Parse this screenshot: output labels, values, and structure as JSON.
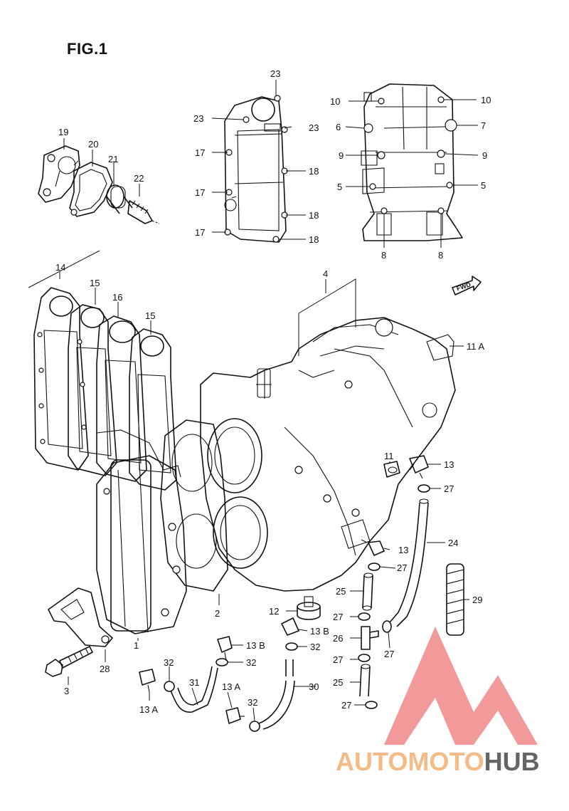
{
  "figure": {
    "title": "FIG.1"
  },
  "fwd_label": "FWD",
  "watermark": {
    "part1": "AUTOMOTO",
    "part2": "HUB",
    "colors": {
      "accent": "#f0a8a8",
      "mark": "#ee7b7b",
      "accent_text": "#f3b47a",
      "dark": "#555555"
    }
  },
  "callouts": [
    {
      "id": "c1",
      "text": "1"
    },
    {
      "id": "c2",
      "text": "2"
    },
    {
      "id": "c3",
      "text": "3"
    },
    {
      "id": "c4",
      "text": "4"
    },
    {
      "id": "c5a",
      "text": "5"
    },
    {
      "id": "c5b",
      "text": "5"
    },
    {
      "id": "c6",
      "text": "6"
    },
    {
      "id": "c7",
      "text": "7"
    },
    {
      "id": "c8a",
      "text": "8"
    },
    {
      "id": "c8b",
      "text": "8"
    },
    {
      "id": "c9a",
      "text": "9"
    },
    {
      "id": "c9b",
      "text": "9"
    },
    {
      "id": "c10a",
      "text": "10"
    },
    {
      "id": "c10b",
      "text": "10"
    },
    {
      "id": "c11",
      "text": "11"
    },
    {
      "id": "c11a",
      "text": "11 A"
    },
    {
      "id": "c12",
      "text": "12"
    },
    {
      "id": "c13a",
      "text": "13"
    },
    {
      "id": "c13b",
      "text": "13"
    },
    {
      "id": "c13A1",
      "text": "13 A"
    },
    {
      "id": "c13A2",
      "text": "13 A"
    },
    {
      "id": "c13B1",
      "text": "13 B"
    },
    {
      "id": "c13B2",
      "text": "13 B"
    },
    {
      "id": "c14",
      "text": "14"
    },
    {
      "id": "c15a",
      "text": "15"
    },
    {
      "id": "c15b",
      "text": "15"
    },
    {
      "id": "c16",
      "text": "16"
    },
    {
      "id": "c17a",
      "text": "17"
    },
    {
      "id": "c17b",
      "text": "17"
    },
    {
      "id": "c17c",
      "text": "17"
    },
    {
      "id": "c18a",
      "text": "18"
    },
    {
      "id": "c18b",
      "text": "18"
    },
    {
      "id": "c18c",
      "text": "18"
    },
    {
      "id": "c19",
      "text": "19"
    },
    {
      "id": "c20",
      "text": "20"
    },
    {
      "id": "c21",
      "text": "21"
    },
    {
      "id": "c22",
      "text": "22"
    },
    {
      "id": "c23a",
      "text": "23"
    },
    {
      "id": "c23b",
      "text": "23"
    },
    {
      "id": "c23c",
      "text": "23"
    },
    {
      "id": "c24",
      "text": "24"
    },
    {
      "id": "c25a",
      "text": "25"
    },
    {
      "id": "c25b",
      "text": "25"
    },
    {
      "id": "c26",
      "text": "26"
    },
    {
      "id": "c27a",
      "text": "27"
    },
    {
      "id": "c27b",
      "text": "27"
    },
    {
      "id": "c27c",
      "text": "27"
    },
    {
      "id": "c27d",
      "text": "27"
    },
    {
      "id": "c27e",
      "text": "27"
    },
    {
      "id": "c27f",
      "text": "27"
    },
    {
      "id": "c28",
      "text": "28"
    },
    {
      "id": "c29",
      "text": "29"
    },
    {
      "id": "c30",
      "text": "30"
    },
    {
      "id": "c31",
      "text": "31"
    },
    {
      "id": "c32a",
      "text": "32"
    },
    {
      "id": "c32b",
      "text": "32"
    },
    {
      "id": "c32c",
      "text": "32"
    },
    {
      "id": "c32d",
      "text": "32"
    }
  ]
}
